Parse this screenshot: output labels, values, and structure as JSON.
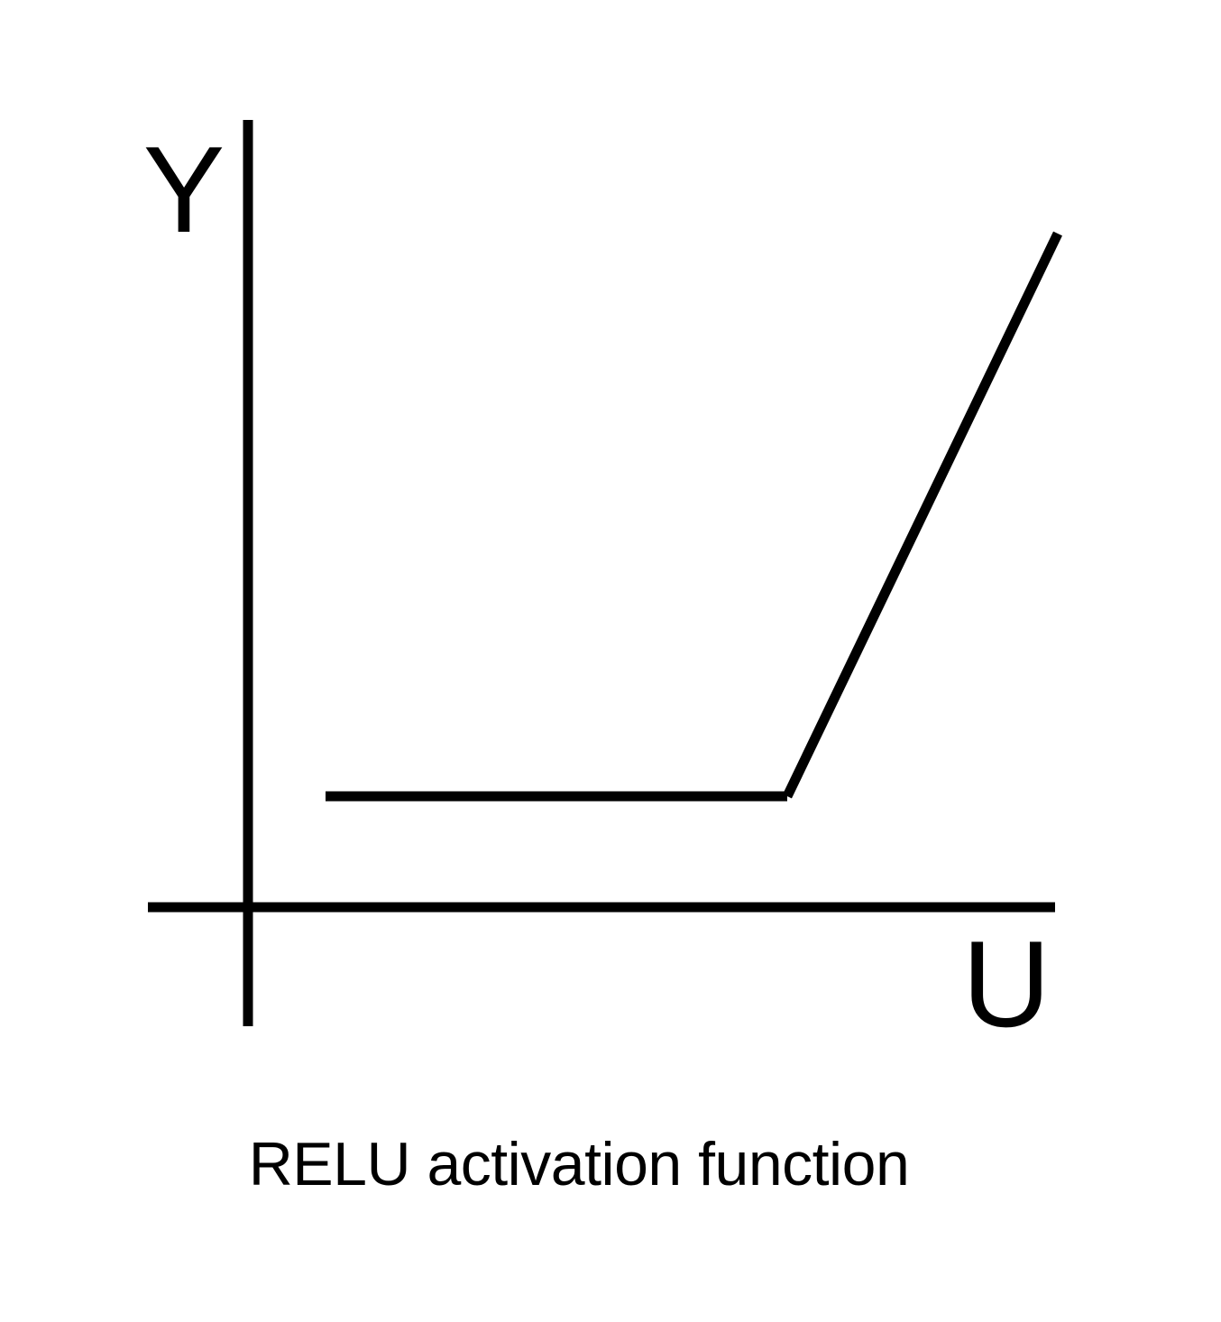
{
  "diagram": {
    "y_axis_label": "Y",
    "x_axis_label": "U",
    "caption": "RELU activation function",
    "stroke_color": "#000000",
    "background_color": "#ffffff"
  }
}
